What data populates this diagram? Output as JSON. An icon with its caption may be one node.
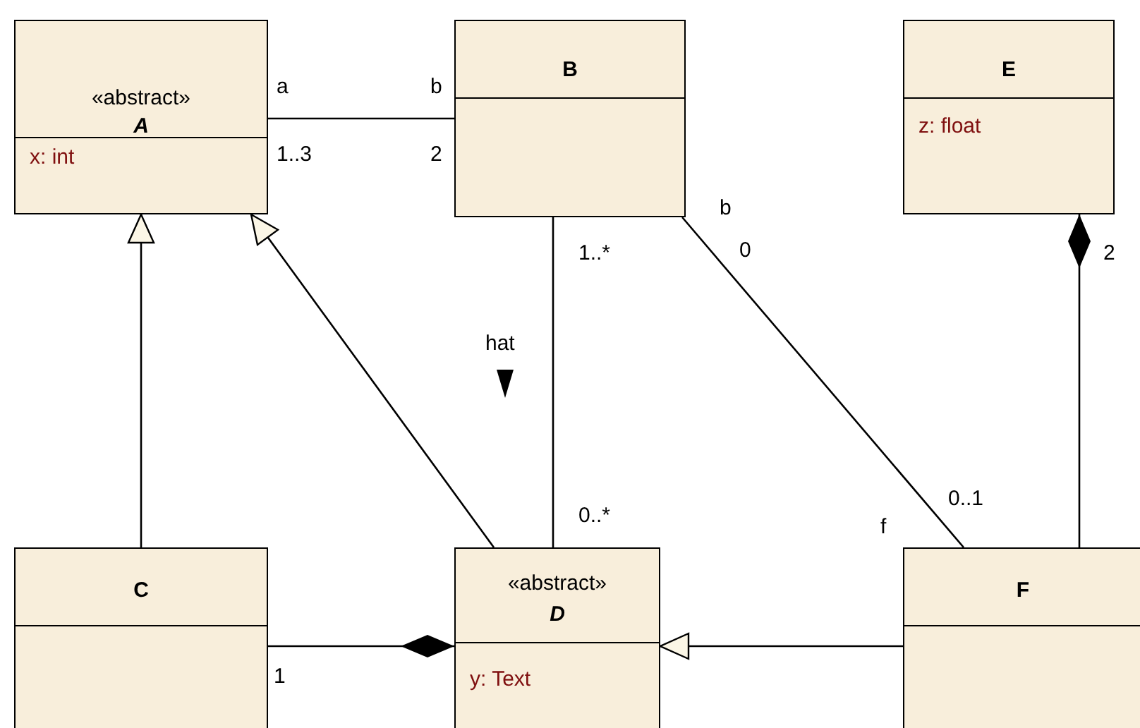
{
  "diagram": {
    "nodes": [
      {
        "text": [
          "«abstract»",
          "A",
          "x: int"
        ]
      },
      {
        "text": [
          "B"
        ]
      },
      {
        "text": [
          "E",
          "z: float"
        ]
      },
      {
        "text": [
          "C"
        ]
      },
      {
        "text": [
          "«abstract»",
          "D",
          "y: Text"
        ]
      },
      {
        "text": [
          "F"
        ]
      }
    ],
    "edges": [
      {
        "from": 0,
        "to": 1,
        "arrow": "none"
      },
      {
        "from": 3,
        "to": 0,
        "arrow": "to"
      },
      {
        "from": 4,
        "to": 0,
        "arrow": "to"
      },
      {
        "from": 1,
        "to": 4,
        "arrow": "none",
        "label": "hat"
      },
      {
        "from": 1,
        "to": 5,
        "arrow": "none"
      },
      {
        "from": 5,
        "to": 2,
        "arrow": "other"
      },
      {
        "from": 3,
        "to": 4,
        "arrow": "other"
      },
      {
        "from": 5,
        "to": 4,
        "arrow": "to"
      }
    ],
    "labels": [
      "a",
      "b",
      "1..3",
      "2",
      "b",
      "1..*",
      "0",
      "2",
      "0..*",
      "0..1",
      "f",
      "1"
    ]
  }
}
